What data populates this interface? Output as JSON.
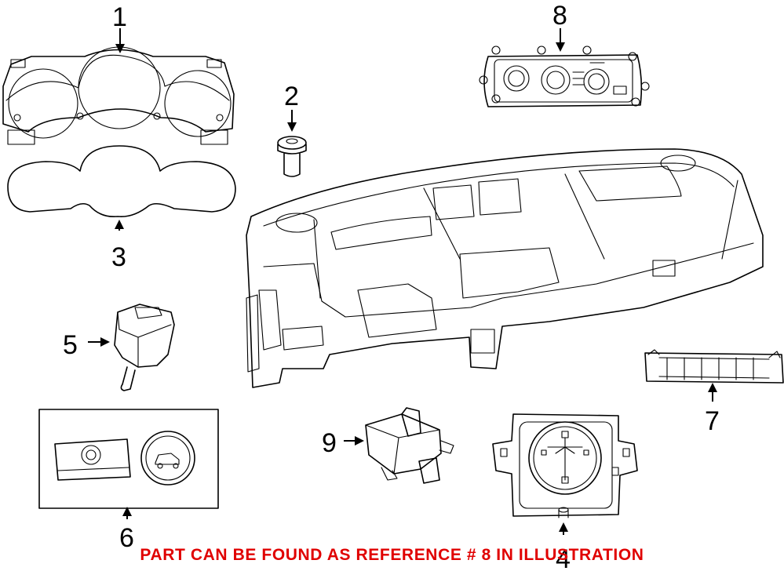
{
  "callouts": [
    "1",
    "2",
    "3",
    "4",
    "5",
    "6",
    "7",
    "8",
    "9"
  ],
  "footer_note": "PART CAN BE FOUND AS REFERENCE # 8 IN ILLUSTRATION",
  "colors": {
    "line": "#000000",
    "note": "#e00000",
    "background": "#ffffff"
  }
}
